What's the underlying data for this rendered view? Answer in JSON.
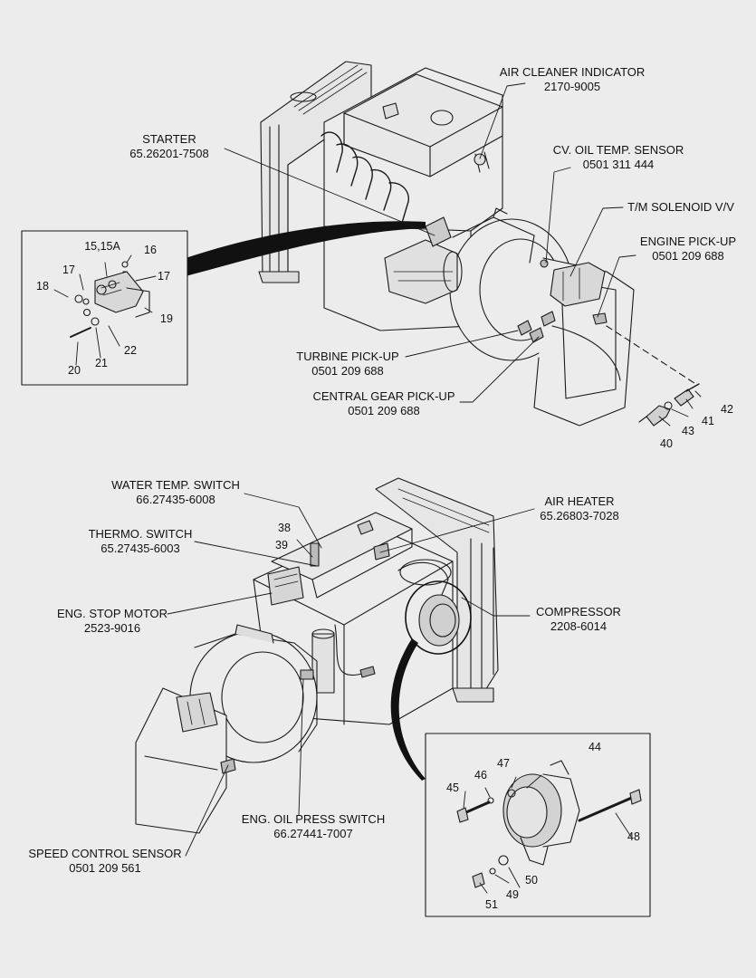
{
  "top_view": {
    "labels": {
      "air_cleaner_indicator": {
        "name": "AIR CLEANER INDICATOR",
        "part": "2170-9005"
      },
      "starter": {
        "name": "STARTER",
        "part": "65.26201-7508"
      },
      "cv_oil_temp_sensor": {
        "name": "CV. OIL TEMP. SENSOR",
        "part": "0501 311 444"
      },
      "tm_solenoid": {
        "name": "T/M SOLENOID V/V"
      },
      "engine_pickup": {
        "name": "ENGINE PICK-UP",
        "part": "0501 209 688"
      },
      "turbine_pickup": {
        "name": "TURBINE PICK-UP",
        "part": "0501 209 688"
      },
      "central_gear_pickup": {
        "name": "CENTRAL GEAR PICK-UP",
        "part": "0501 209 688"
      }
    },
    "inset_numbers": [
      "15,15A",
      "16",
      "17",
      "17",
      "18",
      "19",
      "20",
      "21",
      "22"
    ],
    "sensor_numbers": [
      "40",
      "41",
      "42",
      "43"
    ]
  },
  "bottom_view": {
    "labels": {
      "water_temp_switch": {
        "name": "WATER TEMP. SWITCH",
        "part": "66.27435-6008"
      },
      "air_heater": {
        "name": "AIR HEATER",
        "part": "65.26803-7028"
      },
      "thermo_switch": {
        "name": "THERMO. SWITCH",
        "part": "65.27435-6003"
      },
      "eng_stop_motor": {
        "name": "ENG. STOP MOTOR",
        "part": "2523-9016"
      },
      "compressor": {
        "name": "COMPRESSOR",
        "part": "2208-6014"
      },
      "eng_oil_press_switch": {
        "name": "ENG. OIL PRESS SWITCH",
        "part": "66.27441-7007"
      },
      "speed_control_sensor": {
        "name": "SPEED CONTROL SENSOR",
        "part": "0501 209 561"
      }
    },
    "switch_numbers": [
      "38",
      "39"
    ],
    "inset_numbers": [
      "44",
      "45",
      "46",
      "47",
      "48",
      "49",
      "50",
      "51"
    ]
  }
}
